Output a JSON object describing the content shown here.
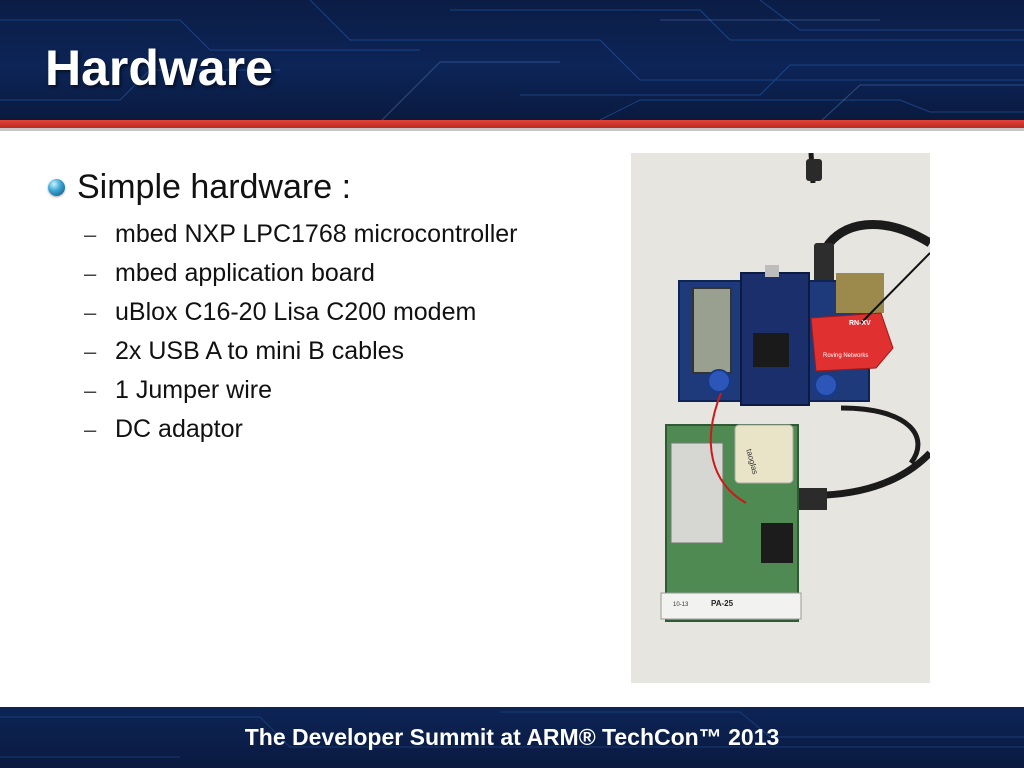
{
  "slide": {
    "title": "Hardware",
    "bullet": "Simple hardware :",
    "items": [
      "mbed NXP LPC1768 microcontroller",
      "mbed application board",
      "uBlox C16-20 Lisa C200 modem",
      "2x USB A to mini B cables",
      "1 Jumper wire",
      "DC adaptor"
    ],
    "dash_glyph": "–",
    "footer": "The Developer Summit at ARM® TechCon™ 2013"
  },
  "photo": {
    "board_labels": {
      "rn_xv": "RN-XV",
      "roving": "Roving Networks",
      "taoglas": "taoglas",
      "pa25": "PA-25",
      "code": "10-13"
    }
  },
  "colors": {
    "header_bg": "#0b1d45",
    "accent_red": "#d9382e",
    "footer_bg": "#0d2456",
    "text": "#111111"
  }
}
